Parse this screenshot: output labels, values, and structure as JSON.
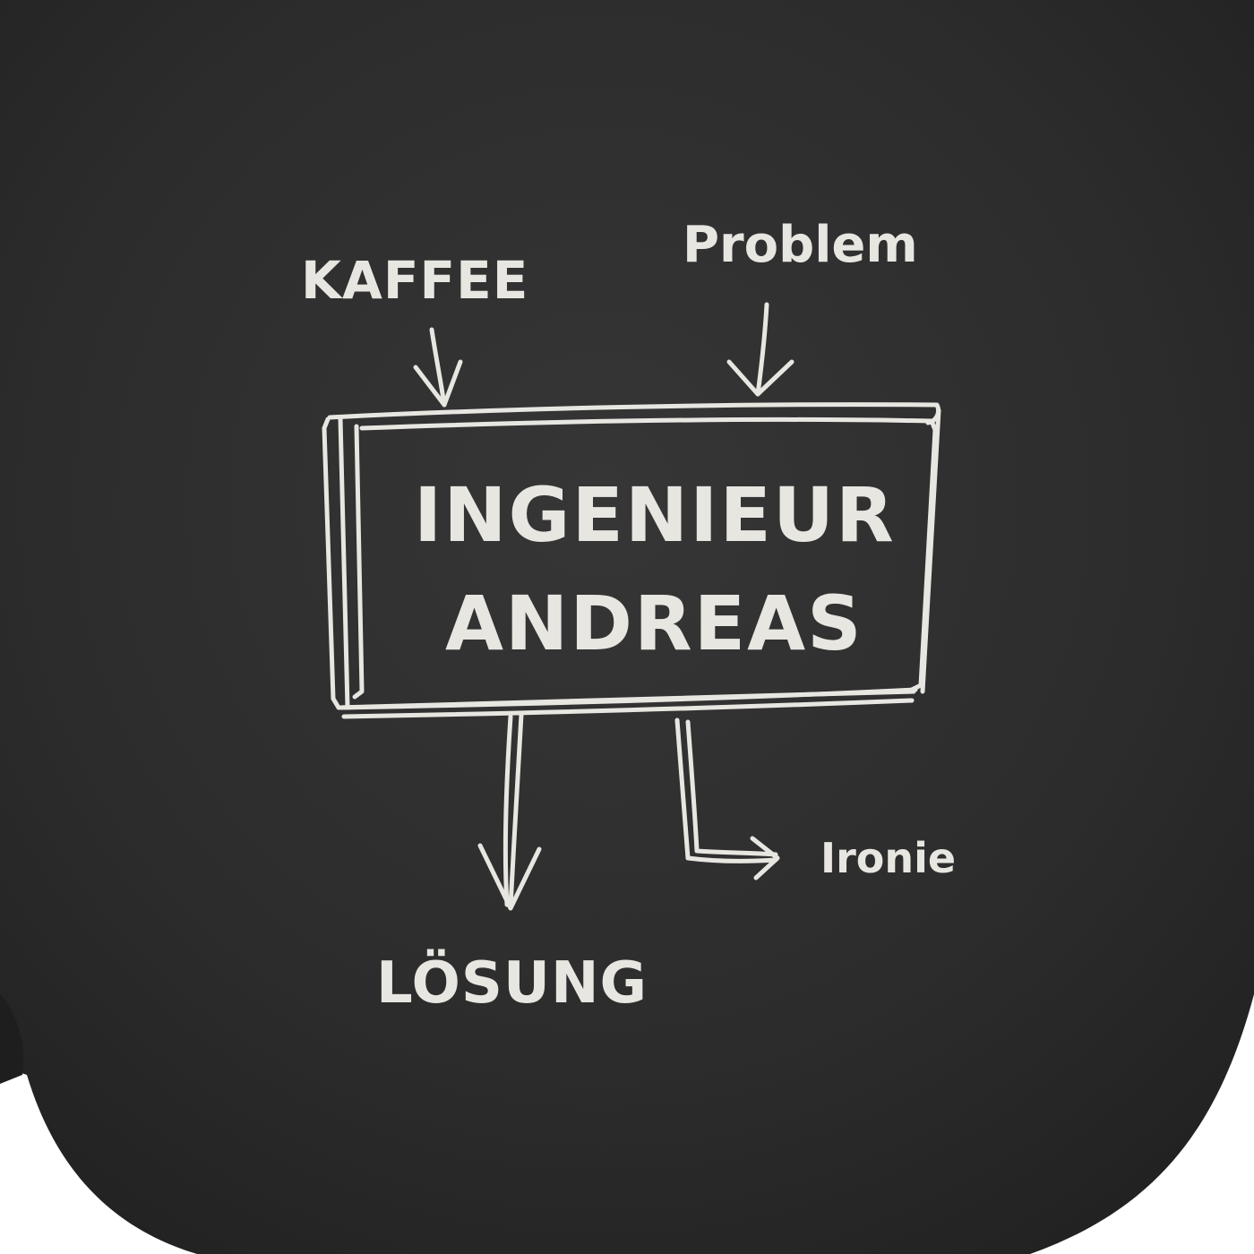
{
  "diagram": {
    "input_left": "KAFFEE",
    "input_right": "Problem",
    "center_line1": "INGENIEUR",
    "center_line2": "ANDREAS",
    "output_down": "LÖSUNG",
    "output_right": "Ironie"
  },
  "colors": {
    "mug": "#2b2b2b",
    "print": "#e8e6e1",
    "background": "#ffffff"
  }
}
